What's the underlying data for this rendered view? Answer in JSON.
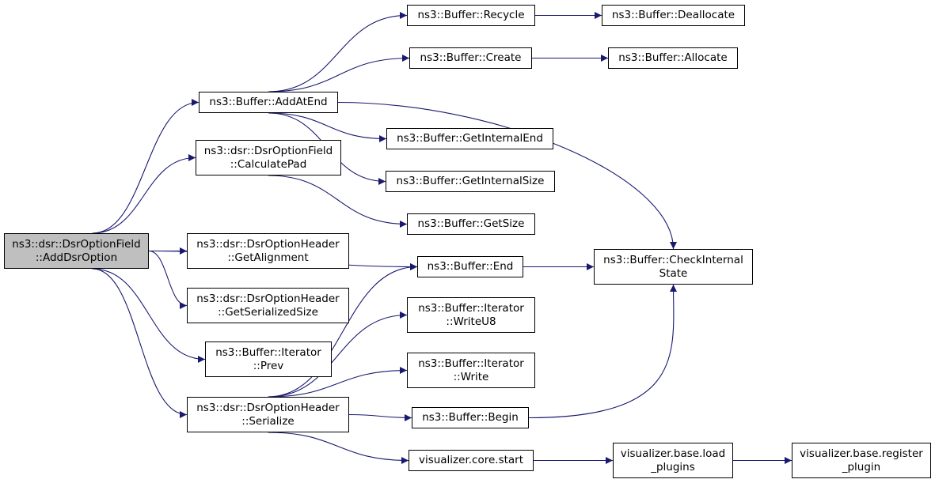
{
  "colors": {
    "edge": "#191970",
    "root_fill": "#bfbfbf",
    "node_fill": "#ffffff",
    "border": "#000000"
  },
  "nodes": [
    {
      "id": "AddDsrOption",
      "lines": [
        "ns3::dsr::DsrOptionField",
        "::AddDsrOption"
      ],
      "root": true
    },
    {
      "id": "AddAtEnd",
      "lines": [
        "ns3::Buffer::AddAtEnd"
      ]
    },
    {
      "id": "CalculatePad",
      "lines": [
        "ns3::dsr::DsrOptionField",
        "::CalculatePad"
      ]
    },
    {
      "id": "GetAlignment",
      "lines": [
        "ns3::dsr::DsrOptionHeader",
        "::GetAlignment"
      ]
    },
    {
      "id": "GetSerializedSize",
      "lines": [
        "ns3::dsr::DsrOptionHeader",
        "::GetSerializedSize"
      ]
    },
    {
      "id": "Prev",
      "lines": [
        "ns3::Buffer::Iterator",
        "::Prev"
      ]
    },
    {
      "id": "Serialize",
      "lines": [
        "ns3::dsr::DsrOptionHeader",
        "::Serialize"
      ]
    },
    {
      "id": "Recycle",
      "lines": [
        "ns3::Buffer::Recycle"
      ]
    },
    {
      "id": "Create",
      "lines": [
        "ns3::Buffer::Create"
      ]
    },
    {
      "id": "GetInternalEnd",
      "lines": [
        "ns3::Buffer::GetInternalEnd"
      ]
    },
    {
      "id": "GetInternalSize",
      "lines": [
        "ns3::Buffer::GetInternalSize"
      ]
    },
    {
      "id": "GetSize",
      "lines": [
        "ns3::Buffer::GetSize"
      ]
    },
    {
      "id": "End",
      "lines": [
        "ns3::Buffer::End"
      ]
    },
    {
      "id": "WriteU8",
      "lines": [
        "ns3::Buffer::Iterator",
        "::WriteU8"
      ]
    },
    {
      "id": "Write",
      "lines": [
        "ns3::Buffer::Iterator",
        "::Write"
      ]
    },
    {
      "id": "Begin",
      "lines": [
        "ns3::Buffer::Begin"
      ]
    },
    {
      "id": "CoreStart",
      "lines": [
        "visualizer.core.start"
      ]
    },
    {
      "id": "Deallocate",
      "lines": [
        "ns3::Buffer::Deallocate"
      ]
    },
    {
      "id": "Allocate",
      "lines": [
        "ns3::Buffer::Allocate"
      ]
    },
    {
      "id": "CheckInternalState",
      "lines": [
        "ns3::Buffer::CheckInternal",
        "State"
      ]
    },
    {
      "id": "LoadPlugins",
      "lines": [
        "visualizer.base.load",
        "_plugins"
      ]
    },
    {
      "id": "RegisterPlugin",
      "lines": [
        "visualizer.base.register",
        "_plugin"
      ]
    }
  ],
  "edges": [
    [
      "AddDsrOption",
      "AddAtEnd"
    ],
    [
      "AddDsrOption",
      "CalculatePad"
    ],
    [
      "AddDsrOption",
      "End"
    ],
    [
      "AddDsrOption",
      "GetAlignment"
    ],
    [
      "AddDsrOption",
      "GetSerializedSize"
    ],
    [
      "AddDsrOption",
      "Prev"
    ],
    [
      "AddDsrOption",
      "Serialize"
    ],
    [
      "AddAtEnd",
      "Recycle"
    ],
    [
      "AddAtEnd",
      "Create"
    ],
    [
      "AddAtEnd",
      "CheckInternalState"
    ],
    [
      "AddAtEnd",
      "GetInternalEnd"
    ],
    [
      "AddAtEnd",
      "GetInternalSize"
    ],
    [
      "CalculatePad",
      "GetSize"
    ],
    [
      "Serialize",
      "End"
    ],
    [
      "Serialize",
      "WriteU8"
    ],
    [
      "Serialize",
      "Write"
    ],
    [
      "Serialize",
      "Begin"
    ],
    [
      "Serialize",
      "CoreStart"
    ],
    [
      "Recycle",
      "Deallocate"
    ],
    [
      "Create",
      "Allocate"
    ],
    [
      "End",
      "CheckInternalState"
    ],
    [
      "Begin",
      "CheckInternalState"
    ],
    [
      "CoreStart",
      "LoadPlugins"
    ],
    [
      "LoadPlugins",
      "RegisterPlugin"
    ]
  ]
}
